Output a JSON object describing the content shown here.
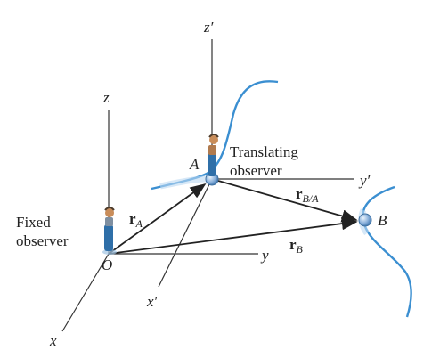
{
  "labels": {
    "fixed_line1": "Fixed",
    "fixed_line2": "observer",
    "translating_line1": "Translating",
    "translating_line2": "observer",
    "origin": "O",
    "point_a": "A",
    "point_b": "B",
    "axis_x": "x",
    "axis_y": "y",
    "axis_z": "z",
    "axis_x_prime": "x′",
    "axis_y_prime": "y′",
    "axis_z_prime": "z′",
    "vec_ra_bold": "r",
    "vec_ra_sub": "A",
    "vec_rb_bold": "r",
    "vec_rb_sub": "B",
    "vec_rba_bold": "r",
    "vec_rba_sub": "B/A"
  },
  "colors": {
    "path": "#3b8fd1",
    "particle": "#8fb4dd",
    "figure_blue": "#2f6fa8",
    "figure_skin": "#c98d5a"
  }
}
